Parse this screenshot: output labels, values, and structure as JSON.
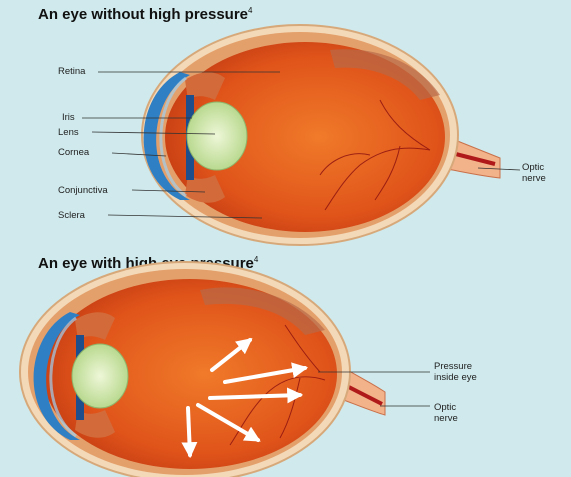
{
  "diagrams": [
    {
      "title": "An eye without high pressure",
      "title_marker": "4",
      "labels": {
        "retina": "Retina",
        "iris": "Iris",
        "lens": "Lens",
        "cornea": "Cornea",
        "conjunctiva": "Conjunctiva",
        "sclera": "Sclera",
        "optic_nerve_line1": "Optic",
        "optic_nerve_line2": "nerve"
      }
    },
    {
      "title": "An eye with high eye pressure",
      "title_marker": "4",
      "labels": {
        "pressure_line1": "Pressure",
        "pressure_line2": "inside eye",
        "optic_nerve_line1": "Optic",
        "optic_nerve_line2": "nerve"
      }
    }
  ],
  "colors": {
    "background": "#cfe9ec",
    "eye_interior": "#e2621b",
    "sclera": "#f3d9b8",
    "cornea": "#2f7fc4",
    "lens": "#d9eec0",
    "arrow": "#ffffff"
  }
}
